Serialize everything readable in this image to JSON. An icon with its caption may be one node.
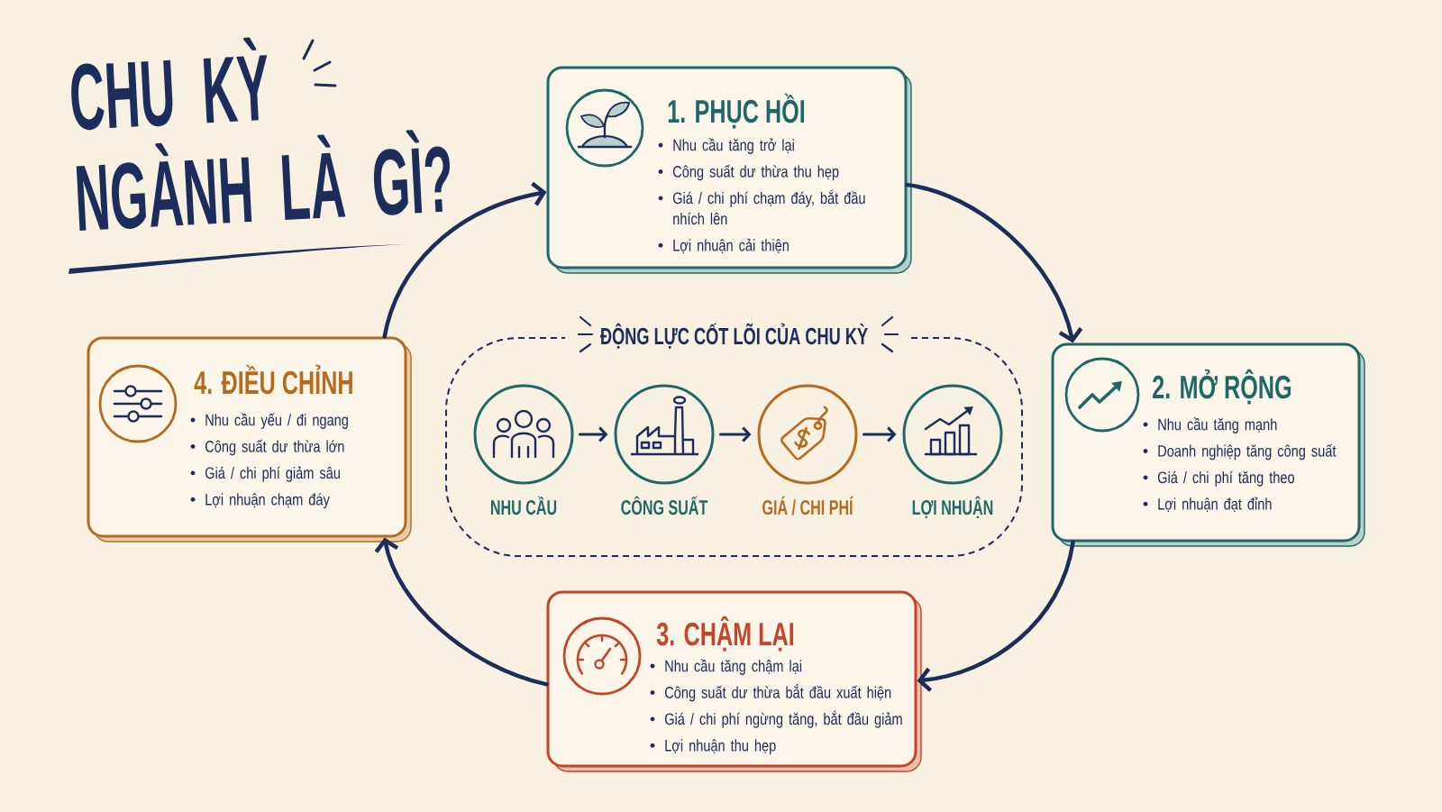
{
  "diagram": {
    "title": "CHU KỲ NGÀNH LÀ GÌ?",
    "nodes": [
      {
        "text": [
          "1. PHỤC HỒI",
          "Nhu cầu tăng trở lại",
          "Công suất dư thừa thu hẹp",
          "Giá / chi phí chạm đáy, bắt đầu nhích lên",
          "Lợi nhuận cải thiện"
        ]
      },
      {
        "text": [
          "2. MỞ RỘNG",
          "Nhu cầu tăng mạnh",
          "Doanh nghiệp tăng công suất",
          "Giá / chi phí tăng theo",
          "Lợi nhuận đạt đỉnh"
        ]
      },
      {
        "text": [
          "3. CHẬM LẠI",
          "Nhu cầu tăng chậm lại",
          "Công suất dư thừa bắt đầu xuất hiện",
          "Giá / chi phí ngừng tăng, bắt đầu giảm",
          "Lợi nhuận thu hẹp"
        ]
      },
      {
        "text": [
          "4. ĐIỀU CHỈNH",
          "Nhu cầu yếu / đi ngang",
          "Công suất dư thừa lớn",
          "Giá / chi phí giảm sâu",
          "Lợi nhuận chạm đáy"
        ]
      },
      {
        "text": [
          "ĐỘNG LỰC CỐT LÕI CỦA CHU KỲ"
        ]
      },
      {
        "text": [
          "NHU CẦU"
        ],
        "in": 4
      },
      {
        "text": [
          "CÔNG SUẤT"
        ],
        "in": 4
      },
      {
        "text": [
          "GIÁ / CHI PHÍ"
        ],
        "in": 4
      },
      {
        "text": [
          "LỢI NHUẬN"
        ],
        "in": 4
      }
    ],
    "edges": [
      {
        "from": 0,
        "to": 1,
        "arrow": "to"
      },
      {
        "from": 1,
        "to": 2,
        "arrow": "to"
      },
      {
        "from": 2,
        "to": 3,
        "arrow": "to"
      },
      {
        "from": 3,
        "to": 0,
        "arrow": "to"
      },
      {
        "from": 5,
        "to": 6,
        "arrow": "to"
      },
      {
        "from": 6,
        "to": 7,
        "arrow": "to"
      },
      {
        "from": 7,
        "to": 8,
        "arrow": "to"
      }
    ]
  }
}
